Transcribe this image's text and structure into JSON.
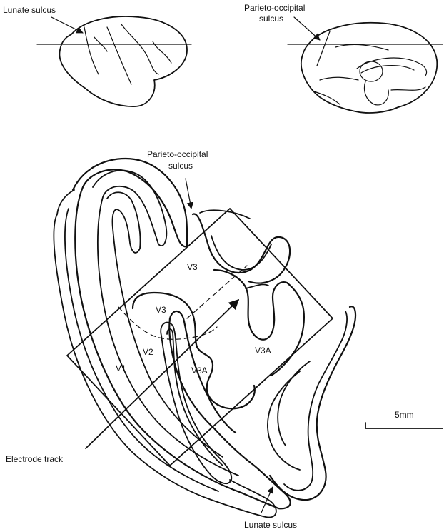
{
  "labels": {
    "lunate_top": "Lunate sulcus",
    "po_top_line1": "Parieto-occipital",
    "po_top_line2": "sulcus",
    "po_main_line1": "Parieto-occipital",
    "po_main_line2": "sulcus",
    "area_v3_upper": "V3",
    "area_v3_lower": "V3",
    "area_v3a_right": "V3A",
    "area_v3a_left": "V3A",
    "area_v2": "V2",
    "area_v1": "V1",
    "electrode": "Electrode track",
    "lunate_bottom": "Lunate sulcus",
    "scale": "5mm"
  }
}
